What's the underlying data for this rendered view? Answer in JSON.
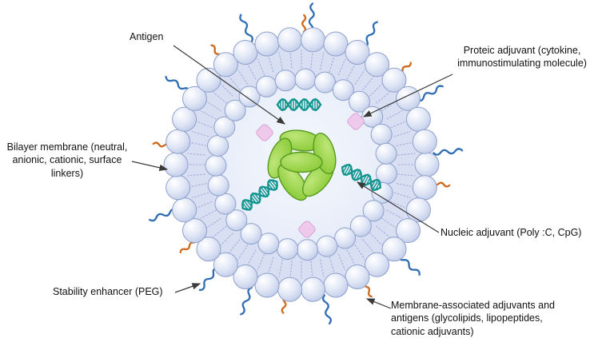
{
  "figure": {
    "type": "liposome-vaccine-structure-diagram"
  },
  "labels": {
    "antigen": "Antigen",
    "proteic_adjuvant": "Proteic adjuvant (cytokine,\nimmunostimulating molecule)",
    "bilayer_membrane": "Bilayer membrane (neutral,\nanionic, cationic, surface\nlinkers)",
    "nucleic_adjuvant": "Nucleic adjuvant (Poly :C, CpG)",
    "stability_enhancer": "Stability enhancer (PEG)",
    "membrane_adjuvants": "Membrane-associated adjuvants and\nantigens (glycolipids, lipopeptides,\ncationic adjuvants)"
  },
  "colors": {
    "background": "#ffffff",
    "lipid_head_fill": "#e2e8f6",
    "lipid_head_shade": "#bdc9e7",
    "lipid_head_stroke": "#8fa0cc",
    "membrane_band": "#d8dff2",
    "tail": "#a3b0d8",
    "lumen_inner": "#f5f8fd",
    "lumen_mid": "#e7edf9",
    "lumen_outer": "#d2dcf1",
    "antigen_light": "#bde678",
    "antigen_fill": "#86c832",
    "antigen_stroke": "#559a21",
    "dna": "#12948f",
    "pink_adjuvant": "#efc9ec",
    "pink_stroke": "#d9a4d6",
    "peg_blue": "#2e6db4",
    "orange_adjuvant": "#cf6a1d",
    "arrow": "#3a3a3a",
    "text": "#111111"
  }
}
